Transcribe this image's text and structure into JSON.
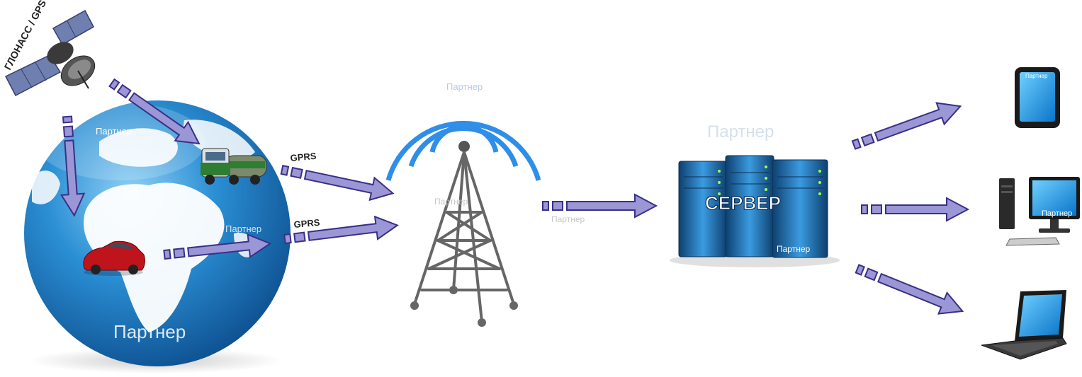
{
  "satellite": {
    "label": "ГЛОНАСС / GPS"
  },
  "links": {
    "gprs_top": "GPRS",
    "gprs_bottom": "GPRS"
  },
  "server": {
    "label": "СЕРВЕР"
  },
  "watermarks": {
    "globe_top": "Партнер",
    "globe_mid": "Партнер",
    "globe_bottom": "Партнер",
    "tower_top": "Партнер",
    "tower_mid": "Партнер",
    "tower_arrow": "Партнер",
    "server_top": "Партнер",
    "server_bottom": "Партнер",
    "tablet": "Партнер",
    "desktop": "Партнер"
  },
  "colors": {
    "arrow_fill": "#9b97d6",
    "arrow_stroke": "#3a2f86",
    "globe_ocean": "#1d7fc6",
    "signal": "#2f8ee8",
    "server": "#1b6fb0"
  },
  "icons": [
    "satellite-icon",
    "globe-icon",
    "truck-icon",
    "car-icon",
    "tower-icon",
    "server-icon",
    "tablet-icon",
    "desktop-icon",
    "laptop-icon"
  ]
}
